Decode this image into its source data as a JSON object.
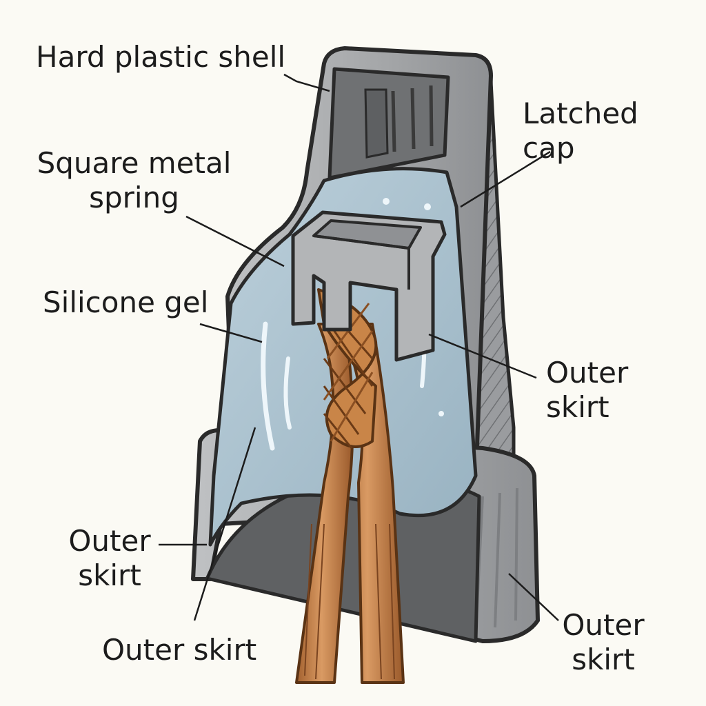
{
  "labels": {
    "hard_shell": "Hard plastic shell",
    "latched_cap": [
      "Latched",
      "cap"
    ],
    "spring": [
      "Square metal",
      "spring"
    ],
    "silicone_gel": "Silicone gel",
    "outer_skirt_right_mid": [
      "Outer",
      "skirt"
    ],
    "outer_skirt_left": [
      "Outer",
      "skirt"
    ],
    "outer_skirt_bottom": "Outer skirt",
    "outer_skirt_right_bottom": [
      "Outer",
      "skirt"
    ]
  },
  "colors": {
    "background": "#fbfaf4",
    "shell": "#a3a5a7",
    "shell_dark": "#7b7d80",
    "interior": "#6e7072",
    "gel": "#a8bfcc",
    "spring": "#b4b6b8",
    "copper": "#c47a42",
    "copper_dark": "#8a4f22",
    "outline": "#2a2a2a",
    "text": "#1c1c1c"
  }
}
